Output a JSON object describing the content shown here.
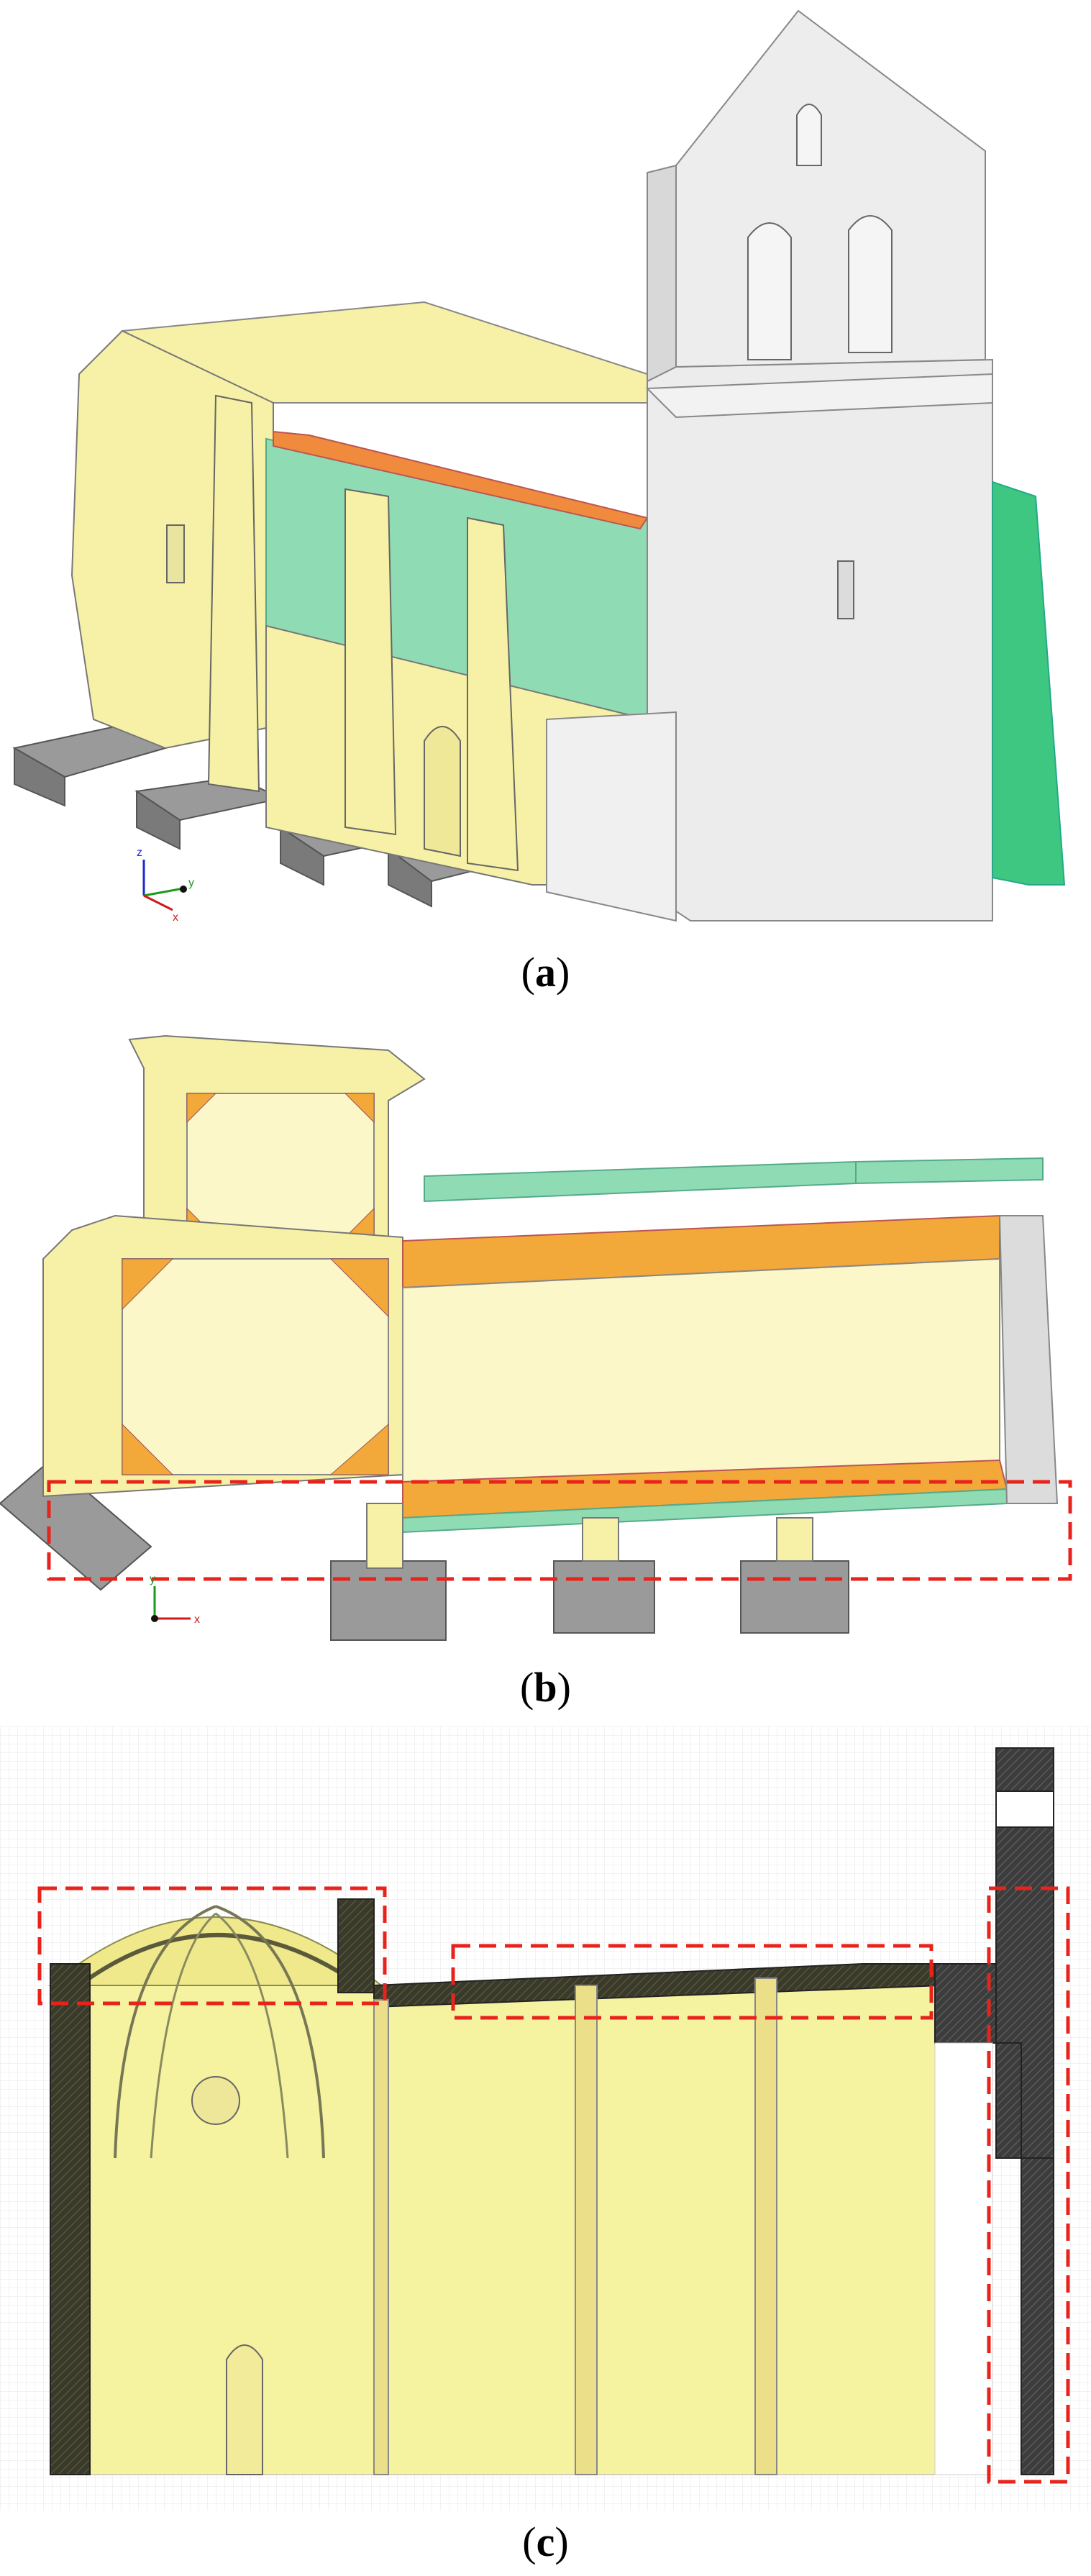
{
  "figure": {
    "panels": [
      {
        "id": "a",
        "caption_open": "(",
        "caption_letter": "a",
        "caption_close": ")"
      },
      {
        "id": "b",
        "caption_open": "(",
        "caption_letter": "b",
        "caption_close": ")"
      },
      {
        "id": "c",
        "caption_open": "(",
        "caption_letter": "c",
        "caption_close": ")"
      }
    ],
    "axis_labels": {
      "x": "x",
      "y": "y",
      "z": "z"
    },
    "colors": {
      "masonry_yellow": "#f6f1a6",
      "roof_orange": "#f08a3c",
      "wall_green": "#8fdcb4",
      "tower_gray": "#e8e8e8",
      "foundation_gray": "#8c8c8c",
      "highlight_red": "#e8231c",
      "section_dark": "#3a3a2a"
    }
  }
}
